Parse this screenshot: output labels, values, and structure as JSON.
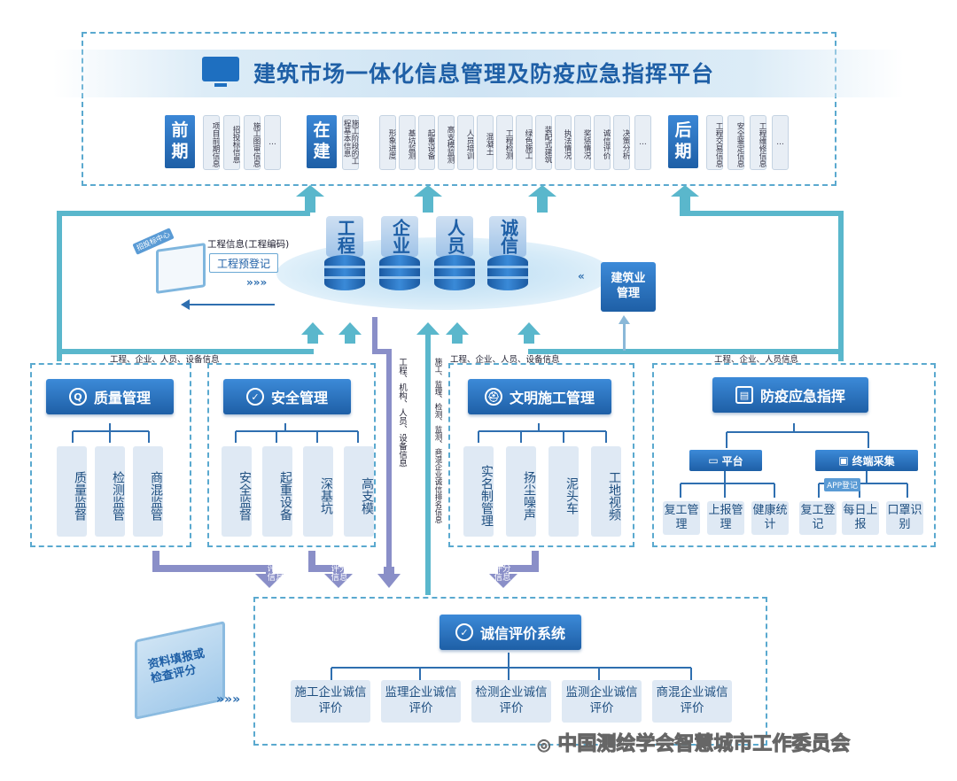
{
  "title": "建筑市场一体化信息管理及防疫应急指挥平台",
  "phases": {
    "pre": {
      "label": "前期",
      "items": [
        "项目前期信息",
        "招投标信息",
        "施工图审信息",
        "…"
      ]
    },
    "during": {
      "label": "在建",
      "items": [
        "施工阶段的工程基本信息",
        "形象进度",
        "基坑监测",
        "起重设备",
        "高支模监测",
        "人员培训",
        "混凝土",
        "工程检测",
        "绿色施工",
        "装配式建筑",
        "执法情况",
        "奖惩情况",
        "诚信评价",
        "决策分析",
        "…"
      ]
    },
    "post": {
      "label": "后期",
      "items": [
        "工程交易信息",
        "安全鉴定信息",
        "工程维修信息",
        "…"
      ]
    }
  },
  "databases": [
    "工程",
    "企业",
    "人员",
    "诚信"
  ],
  "bidding": {
    "tag": "招投标中心",
    "info": "工程信息(工程编码)",
    "prereg": "工程预登记"
  },
  "industry_mgmt": "建筑业管理",
  "flow_labels": {
    "left": "工程、企业、人员、设备信息",
    "middle": "工程、企业、人员、设备信息",
    "right": "工程、企业、人员信息",
    "vertical1": "工程、机构、人员、设备信息",
    "vertical2": "施工、监理、检测、监测、商混企业诚信排名信息",
    "score": "评分信息"
  },
  "quality": {
    "title": "质量管理",
    "items": [
      "质量监督",
      "检测监管",
      "商混监管"
    ]
  },
  "safety": {
    "title": "安全管理",
    "items": [
      "安全监督",
      "起重设备",
      "深基坑",
      "高支模"
    ]
  },
  "civil": {
    "title": "文明施工管理",
    "items": [
      "实名制管理",
      "扬尘噪声",
      "泥头车",
      "工地视频"
    ]
  },
  "epidemic": {
    "title": "防疫应急指挥",
    "platform": {
      "label": "平台",
      "items": [
        "复工管理",
        "上报管理",
        "健康统计"
      ]
    },
    "terminal": {
      "label": "终端采集",
      "app": "APP登记",
      "items": [
        "复工登记",
        "每日上报",
        "口罩识别"
      ]
    }
  },
  "credit": {
    "title": "诚信评价系统",
    "input": "资料填报或检查评分",
    "items": [
      "施工企业诚信评价",
      "监理企业诚信评价",
      "检测企业诚信评价",
      "监测企业诚信评价",
      "商混企业诚信评价"
    ]
  },
  "watermark": "中国测绘学会智慧城市工作委员会",
  "colors": {
    "primary": "#1e5fa6",
    "teal_arrow": "#5ab7cc",
    "purple_arrow": "#8a8fc8",
    "dash": "#5aa9cf"
  }
}
